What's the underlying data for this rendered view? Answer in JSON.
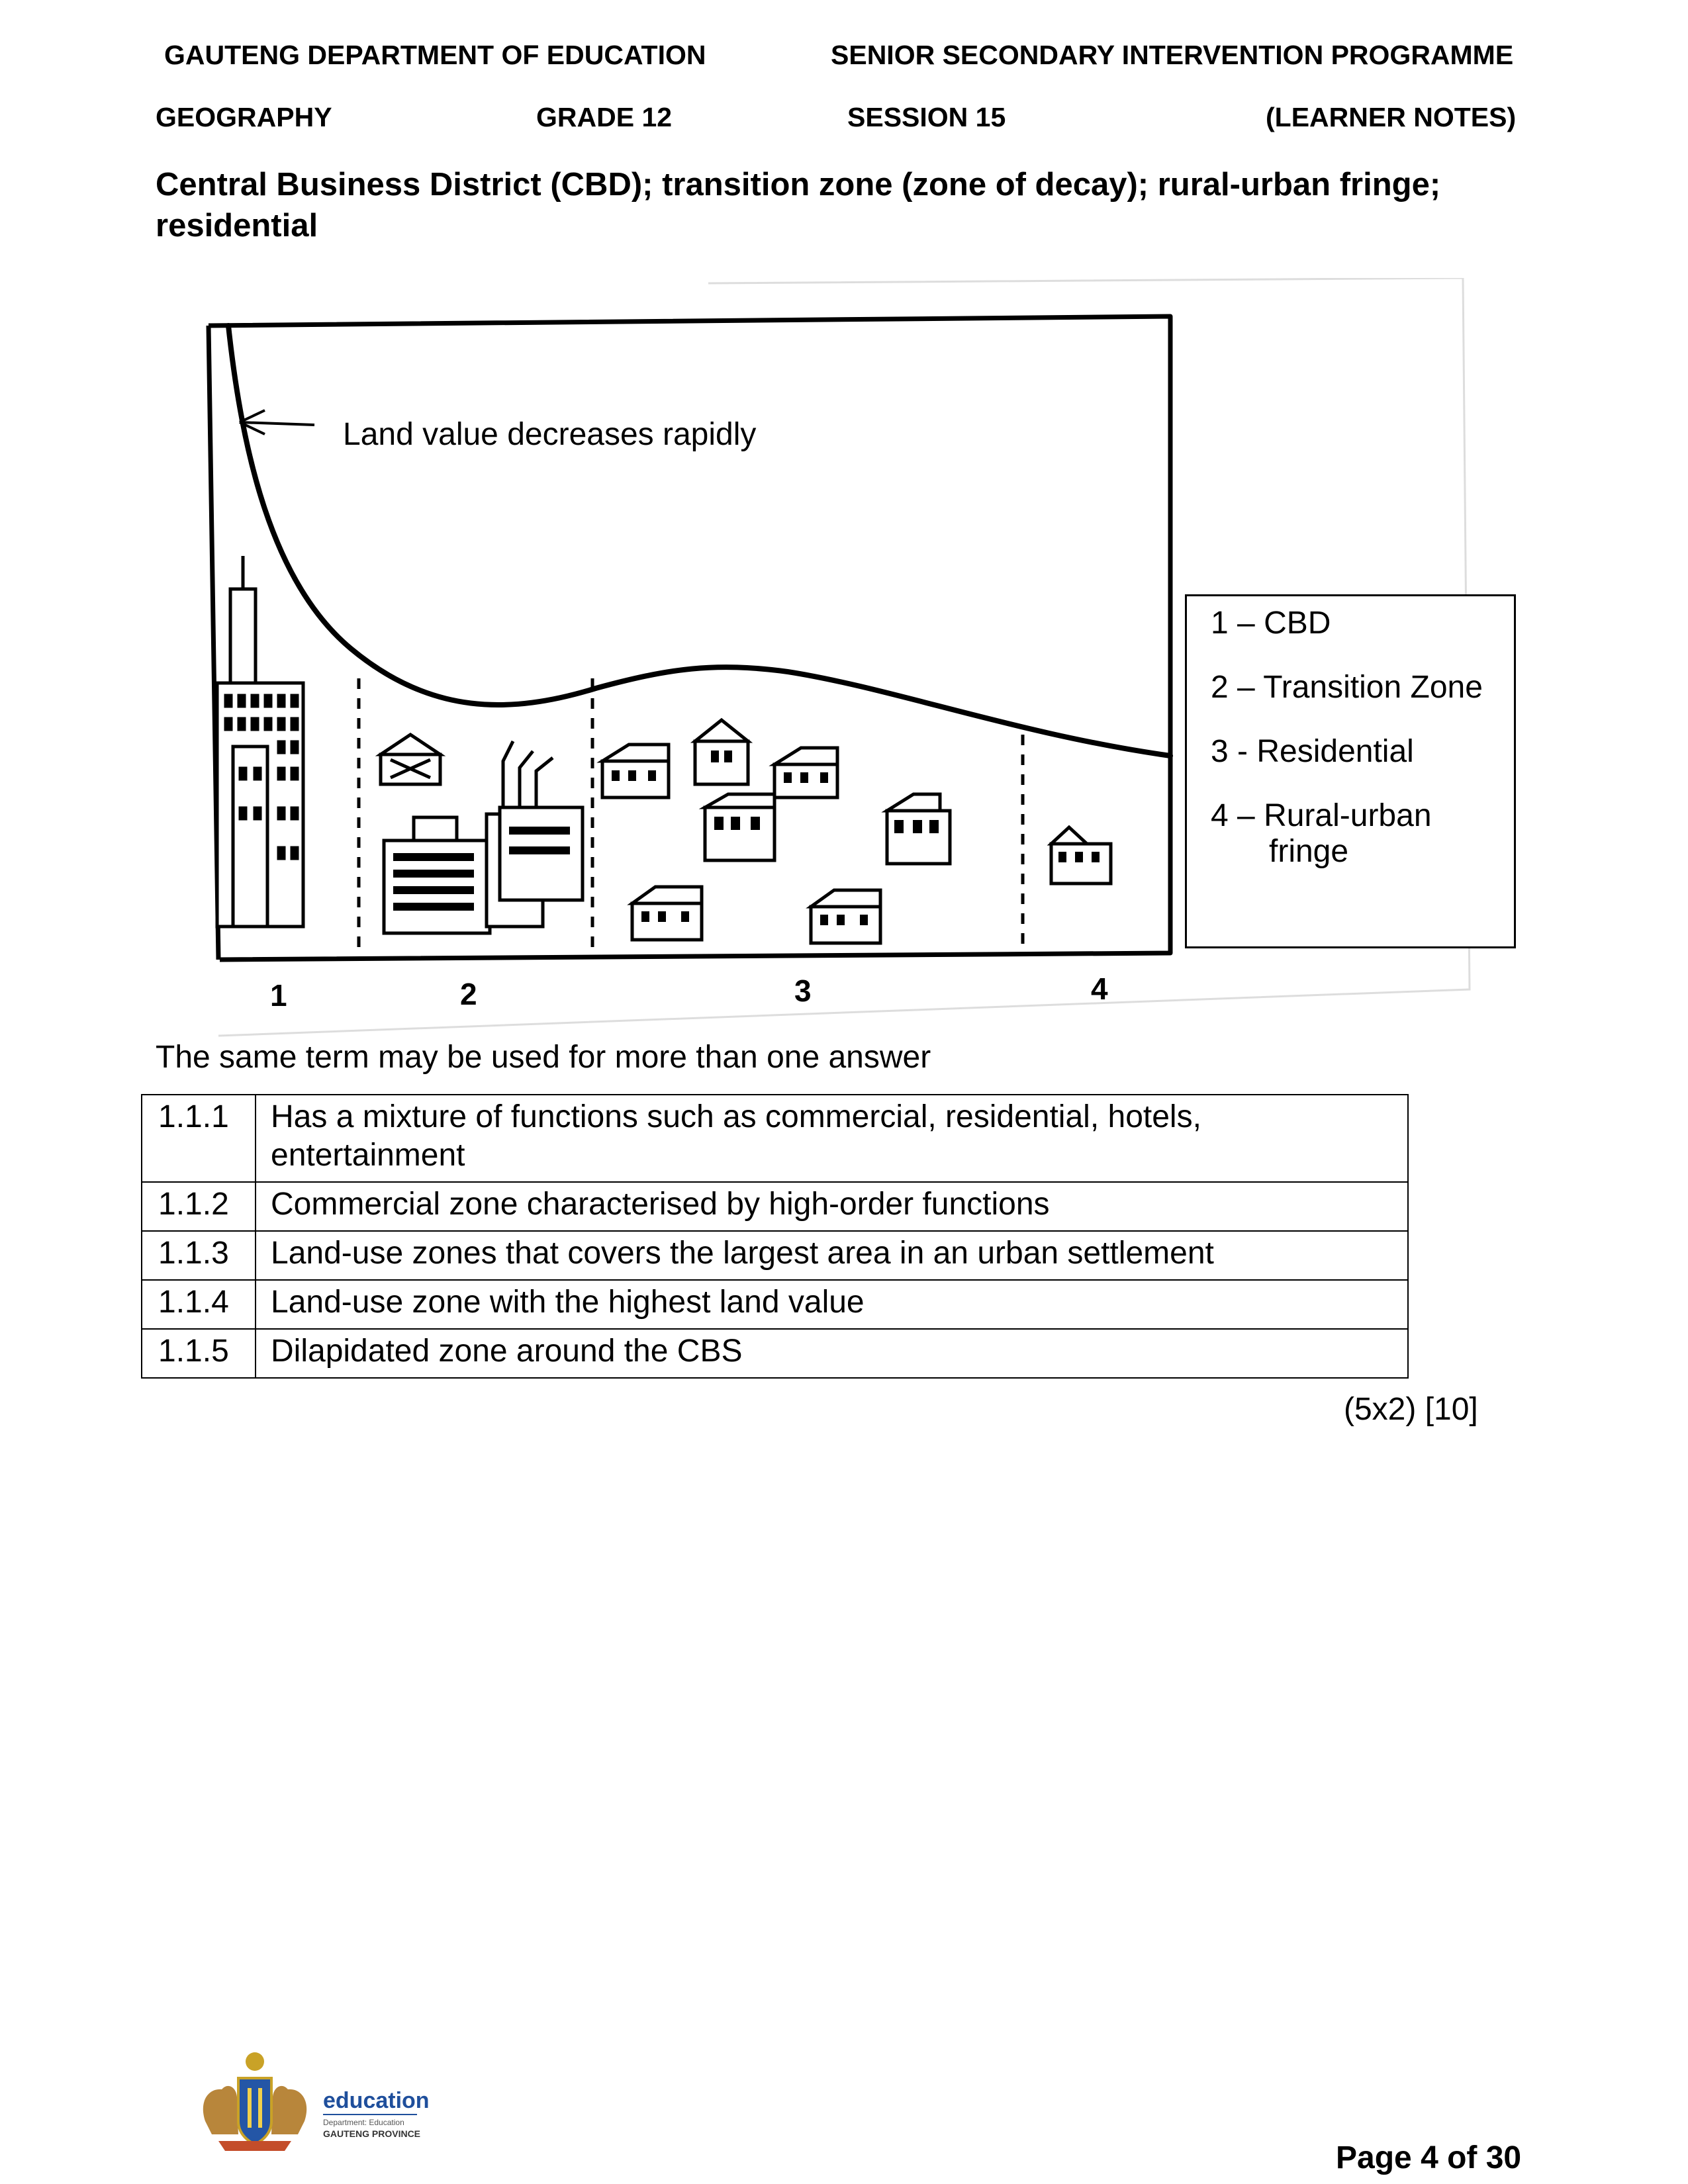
{
  "header": {
    "department": "GAUTENG DEPARTMENT OF EDUCATION",
    "programme": "SENIOR SECONDARY INTERVENTION PROGRAMME",
    "subject": "GEOGRAPHY",
    "grade": "GRADE 12",
    "session": "SESSION 15",
    "notes": "(LEARNER NOTES)"
  },
  "title": "Central Business District (CBD); transition zone (zone of decay); rural-urban fringe; residential",
  "diagram": {
    "curve_label": "Land value decreases rapidly",
    "zone_numbers": [
      "1",
      "2",
      "3",
      "4"
    ],
    "legend": [
      {
        "text": "1 – CBD"
      },
      {
        "text": "2 – Transition Zone"
      },
      {
        "text": "3 - Residential"
      },
      {
        "text": "4 – Rural-urban",
        "cont": "fringe"
      }
    ]
  },
  "instruction": "The same term may be used for more than one answer",
  "questions": [
    {
      "num": "1.1.1",
      "text": "Has a mixture of functions such as commercial, residential, hotels, entertainment"
    },
    {
      "num": "1.1.2",
      "text": "Commercial zone characterised by high-order functions"
    },
    {
      "num": "1.1.3",
      "text": "Land-use zones that covers the largest area in an urban settlement"
    },
    {
      "num": "1.1.4",
      "text": "Land-use zone with the highest land value"
    },
    {
      "num": "1.1.5",
      "text": "Dilapidated zone around the CBS"
    }
  ],
  "marks": "(5x2) [10]",
  "logo": {
    "word": "education",
    "sub1": "Department: Education",
    "sub2": "GAUTENG PROVINCE"
  },
  "footer": {
    "page": "Page 4 of 30"
  }
}
